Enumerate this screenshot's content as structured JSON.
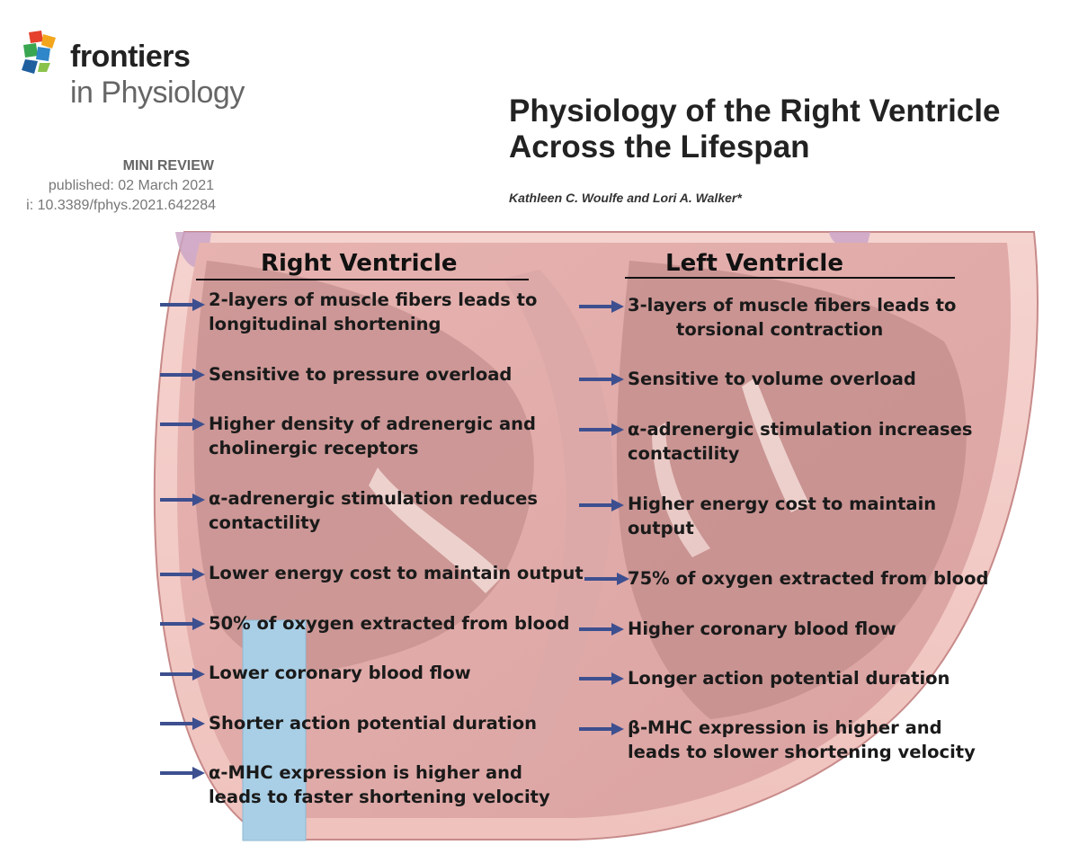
{
  "journal": {
    "name": "frontiers",
    "subtitle": "in Physiology"
  },
  "article": {
    "type": "MINI REVIEW",
    "published": "published: 02 March 2021",
    "doi": "i: 10.3389/fphys.2021.642284",
    "title_line1": "Physiology of the Right Ventricle",
    "title_line2": "Across the Lifespan",
    "authors": "Kathleen C. Woulfe and Lori A. Walker*"
  },
  "figure": {
    "right_ventricle": {
      "heading": "Right Ventricle",
      "items": [
        {
          "l1": "2-layers of muscle fibers leads to",
          "l2": "longitudinal shortening"
        },
        {
          "l1": "Sensitive to pressure overload"
        },
        {
          "l1": "Higher density of adrenergic and",
          "l2": "cholinergic receptors"
        },
        {
          "l1": "α-adrenergic stimulation reduces",
          "l2": "contactility"
        },
        {
          "l1": "Lower energy cost to maintain output"
        },
        {
          "l1": "50% of oxygen extracted from blood"
        },
        {
          "l1": "Lower coronary blood flow"
        },
        {
          "l1": "Shorter action potential duration"
        },
        {
          "l1": "α-MHC expression is higher and",
          "l2": "leads to faster shortening velocity"
        }
      ]
    },
    "left_ventricle": {
      "heading": "Left Ventricle",
      "items": [
        {
          "l1": "3-layers of muscle fibers leads to",
          "l2": "torsional contraction"
        },
        {
          "l1": "Sensitive to volume overload"
        },
        {
          "l1": "α-adrenergic stimulation increases",
          "l2": "contactility"
        },
        {
          "l1": "Higher energy cost to maintain",
          "l2": "output"
        },
        {
          "l1": "75% of oxygen extracted from blood"
        },
        {
          "l1": "Higher coronary blood flow"
        },
        {
          "l1": "Longer action potential duration"
        },
        {
          "l1": "β-MHC expression is higher and",
          "l2": "leads to slower shortening velocity"
        }
      ]
    }
  },
  "colors": {
    "arrow": "#3d4f8f",
    "heart_outer": "#f2c8c4",
    "heart_wall": "#d79a99",
    "chamber": "#c9918f",
    "vessel": "#a9cfe6"
  }
}
